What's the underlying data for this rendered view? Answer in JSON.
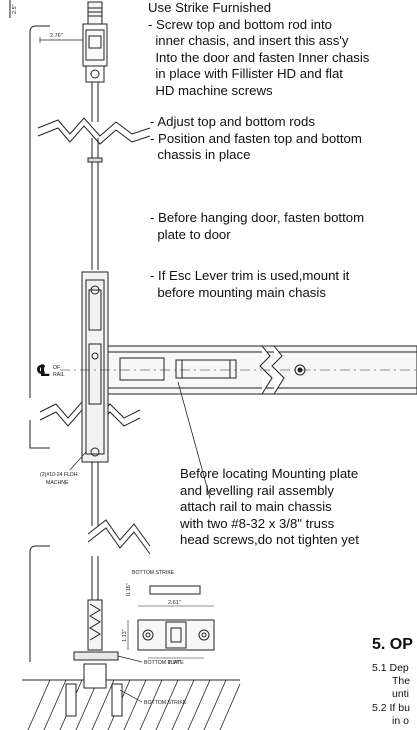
{
  "notes": {
    "block1": [
      "Use Strike Furnished",
      "- Screw top and bottom rod into",
      "  inner chasis, and insert this ass'y",
      "  Into the door and fasten Inner chasis",
      "  in place with Fillister HD and flat",
      "  HD machine screws"
    ],
    "block2": [
      "- Adjust top and bottom rods",
      "- Position and fasten top and bottom",
      "  chassis in place"
    ],
    "block3": [
      "- Before hanging door, fasten bottom",
      "  plate to door"
    ],
    "block4": [
      "- If Esc Lever trim is used,mount it",
      "  before mounting main chasis"
    ],
    "block5": [
      "Before locating Mounting plate",
      "and levelling rail assembly",
      "attach rail to main chassis",
      "with two #8-32 x 3/8\" truss",
      "head screws,do not tighten yet"
    ]
  },
  "drawing_labels": {
    "dim_top": "2.5\"",
    "dim_width": "2.76\"",
    "centerline_symbol": "℄",
    "centerline_text_1": "OF",
    "centerline_text_2": "RAIL",
    "screws_1": "(2)#10-24 FLDH.",
    "screws_2": "MACHNE",
    "bottom_strike_top": "BOTTOM STRIKE",
    "dim_016": "0.16\"",
    "dim_261": "2.61\"",
    "dim_113": "1.13\"",
    "dim_197": "1.97\"",
    "bottom_plate": "BOTTOM PLATE",
    "bottom_strike_bottom": "BOTTOM STRIKE"
  },
  "section": {
    "heading": "5. OP",
    "step1_line1": "5.1 Dep",
    "step1_line2": "The",
    "step1_line3": "unti",
    "step2_line1": "5.2 If bu",
    "step2_line2": "in o"
  }
}
